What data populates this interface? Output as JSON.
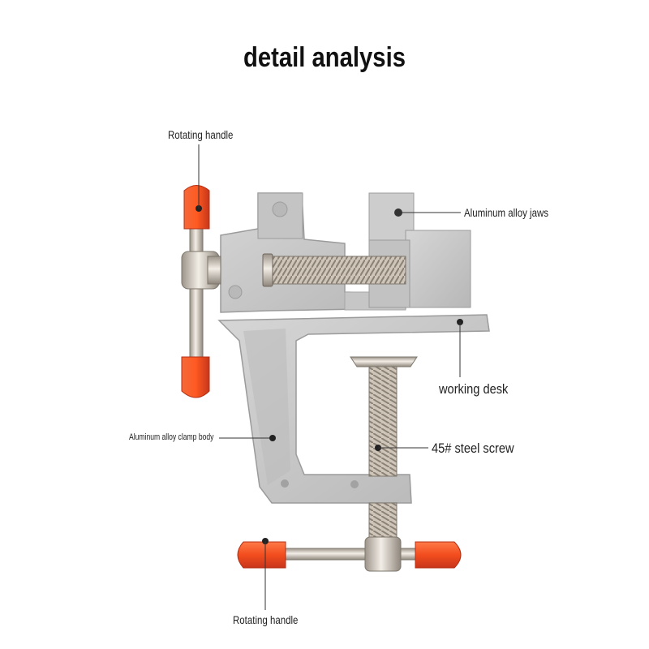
{
  "title": "detail analysis",
  "labels": {
    "top_handle": "Rotating handle",
    "jaws": "Aluminum alloy jaws",
    "desk": "working desk",
    "clamp_body": "Aluminum alloy clamp body",
    "screw": "45# steel screw",
    "bottom_handle": "Rotating handle"
  },
  "colors": {
    "aluminum": "#c9c9c9",
    "aluminum_dark": "#a9a9a9",
    "handle_cap": "#e8441d",
    "steel": "#d8d0c4",
    "dot": "#333333"
  }
}
